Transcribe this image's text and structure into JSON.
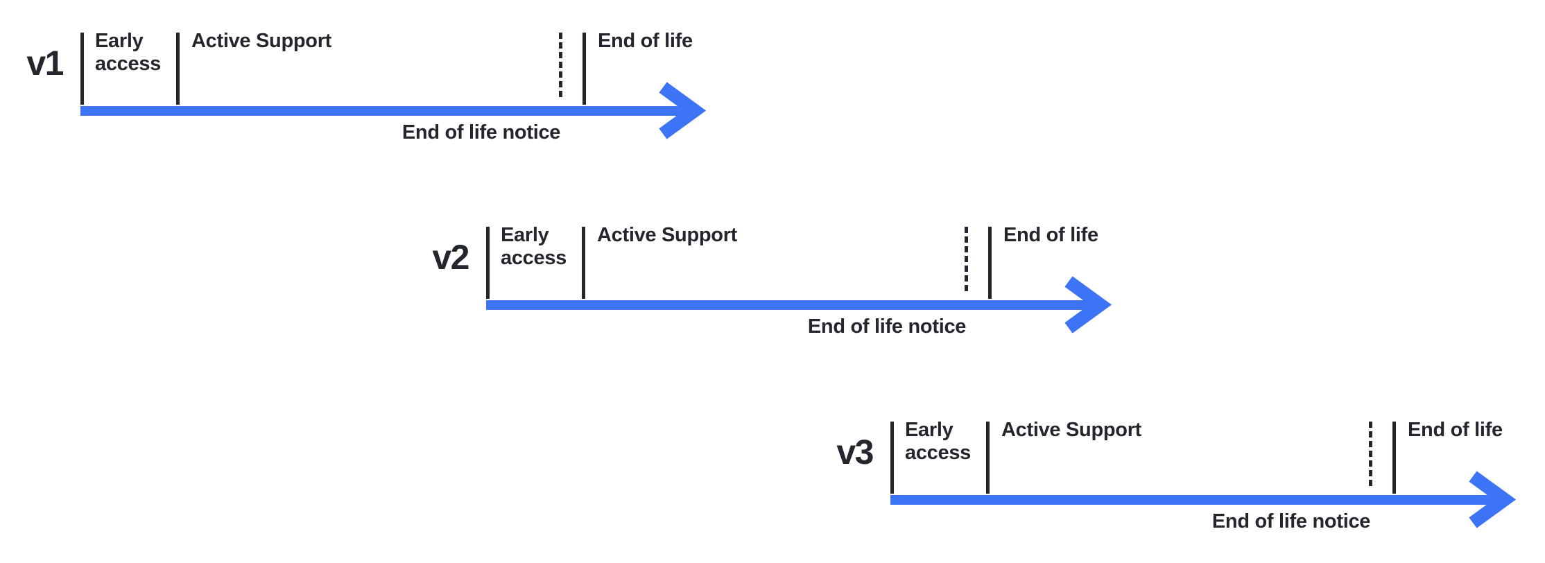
{
  "colors": {
    "background": "#ffffff",
    "accent_blue": "#3d73f5",
    "ink": "#23272d"
  },
  "labels": {
    "early_access": "Early access",
    "active_support": "Active Support",
    "end_of_life": "End of life",
    "end_of_life_notice": "End of life notice"
  },
  "rows": [
    {
      "version": "v1"
    },
    {
      "version": "v2"
    },
    {
      "version": "v3"
    }
  ]
}
